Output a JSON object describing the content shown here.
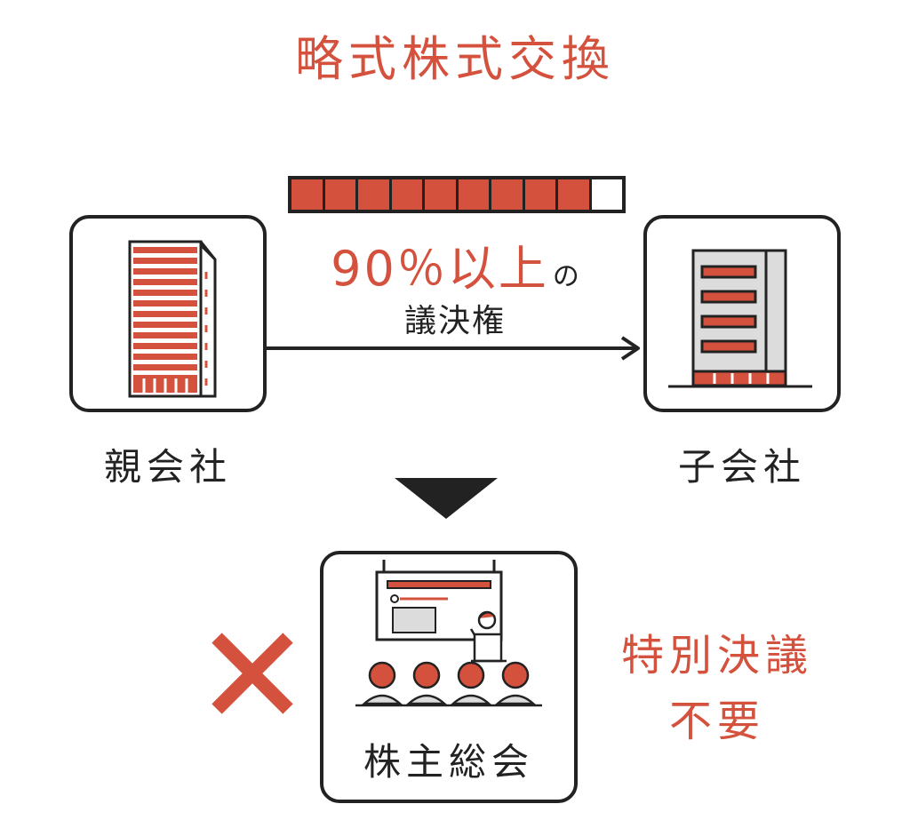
{
  "title": "略式株式交換",
  "vote_meter": {
    "segments_total": 10,
    "segments_filled": 9,
    "fill_color": "#d4513d",
    "empty_color": "#ffffff"
  },
  "ratio": {
    "value": "90％以上",
    "suffix": "の"
  },
  "vote_label": "議決権",
  "parent": {
    "label": "親会社",
    "icon": "office-tower-icon"
  },
  "subsidiary": {
    "label": "子会社",
    "icon": "building-icon"
  },
  "meeting": {
    "label": "株主総会",
    "icon": "shareholders-meeting-icon"
  },
  "not_required": {
    "line1": "特別決議",
    "line2": "不要",
    "icon": "cross-icon"
  },
  "colors": {
    "accent": "#d4513d",
    "ink": "#222222"
  }
}
